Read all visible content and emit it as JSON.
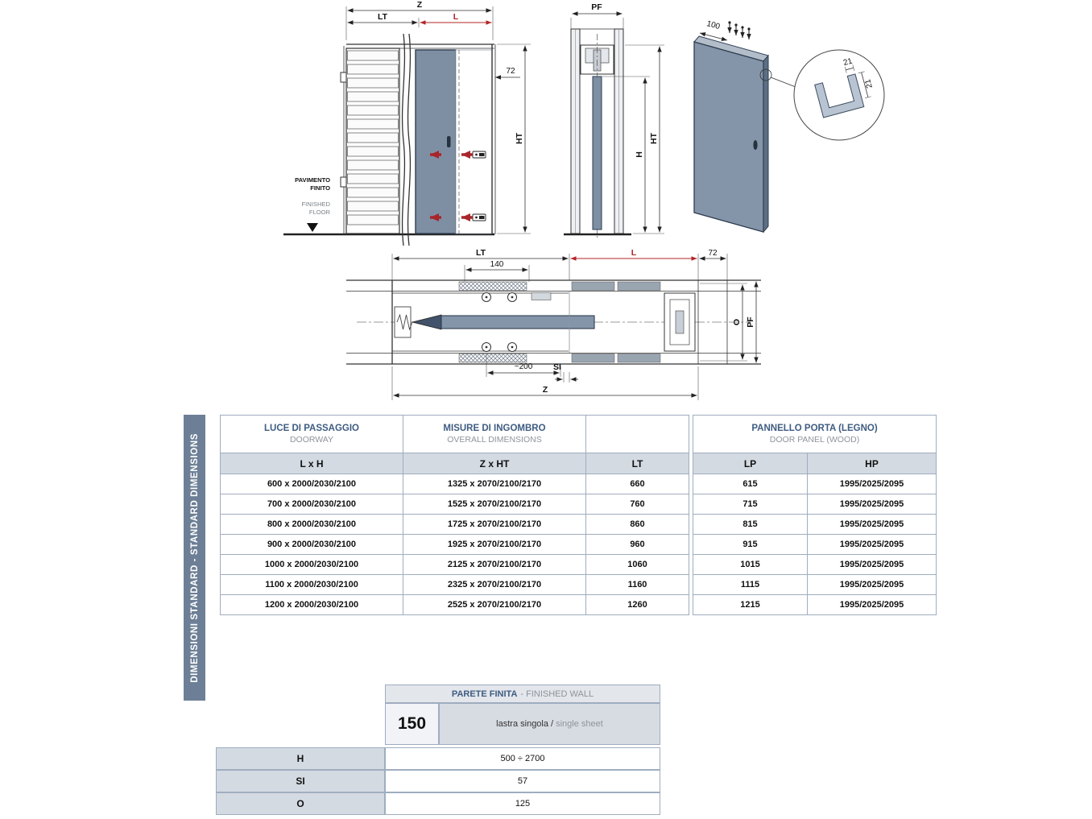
{
  "colors": {
    "accent_blue": "#3e5c82",
    "sidebar_bg": "#6d7f96",
    "panel_fill": "#8595a9",
    "dim_red": "#b32427",
    "header_bg": "#d4dae2",
    "border": "#9fadbf"
  },
  "sidebar": {
    "label": "DIMENSIONI STANDARD - STANDARD DIMENSIONS"
  },
  "diagram": {
    "front": {
      "z": "Z",
      "lt": "LT",
      "l": "L",
      "d72": "72",
      "ht": "HT",
      "floor_line1": "PAVIMENTO",
      "floor_line2": "FINITO",
      "floor_line3": "FINISHED",
      "floor_line4": "FLOOR"
    },
    "side": {
      "pf": "PF",
      "h": "H",
      "ht": "HT"
    },
    "persp": {
      "d100": "100",
      "d21_top": "21",
      "d21_side": "21"
    },
    "plan": {
      "lt": "LT",
      "d140": "140",
      "l": "L",
      "d72": "72",
      "d200": "~200",
      "si": "SI",
      "z": "Z",
      "o": "O",
      "pf": "PF"
    }
  },
  "tables": {
    "doorway": {
      "group1_title": "LUCE DI PASSAGGIO",
      "group1_sub": "DOORWAY",
      "group2_title": "MISURE DI INGOMBRO",
      "group2_sub": "OVERALL DIMENSIONS",
      "col1": "L x H",
      "col2": "Z x HT",
      "col3": "LT",
      "rows": [
        [
          "600 x 2000/2030/2100",
          "1325 x 2070/2100/2170",
          "660"
        ],
        [
          "700 x 2000/2030/2100",
          "1525 x 2070/2100/2170",
          "760"
        ],
        [
          "800 x 2000/2030/2100",
          "1725 x 2070/2100/2170",
          "860"
        ],
        [
          "900 x 2000/2030/2100",
          "1925 x 2070/2100/2170",
          "960"
        ],
        [
          "1000 x 2000/2030/2100",
          "2125 x 2070/2100/2170",
          "1060"
        ],
        [
          "1100 x 2000/2030/2100",
          "2325 x 2070/2100/2170",
          "1160"
        ],
        [
          "1200 x 2000/2030/2100",
          "2525 x 2070/2100/2170",
          "1260"
        ]
      ]
    },
    "panel": {
      "title": "PANNELLO PORTA (LEGNO)",
      "sub": "DOOR PANEL (WOOD)",
      "col1": "LP",
      "col2": "HP",
      "rows": [
        [
          "615",
          "1995/2025/2095"
        ],
        [
          "715",
          "1995/2025/2095"
        ],
        [
          "815",
          "1995/2025/2095"
        ],
        [
          "915",
          "1995/2025/2095"
        ],
        [
          "1015",
          "1995/2025/2095"
        ],
        [
          "1115",
          "1995/2025/2095"
        ],
        [
          "1215",
          "1995/2025/2095"
        ]
      ]
    },
    "wall": {
      "title": "PARETE FINITA",
      "subtitle": "- FINISHED WALL",
      "thickness": "150",
      "sheet_it": "lastra singola /",
      "sheet_en": "single sheet",
      "rows": [
        [
          "H",
          "500 ÷ 2700"
        ],
        [
          "SI",
          "57"
        ],
        [
          "O",
          "125"
        ]
      ]
    }
  }
}
